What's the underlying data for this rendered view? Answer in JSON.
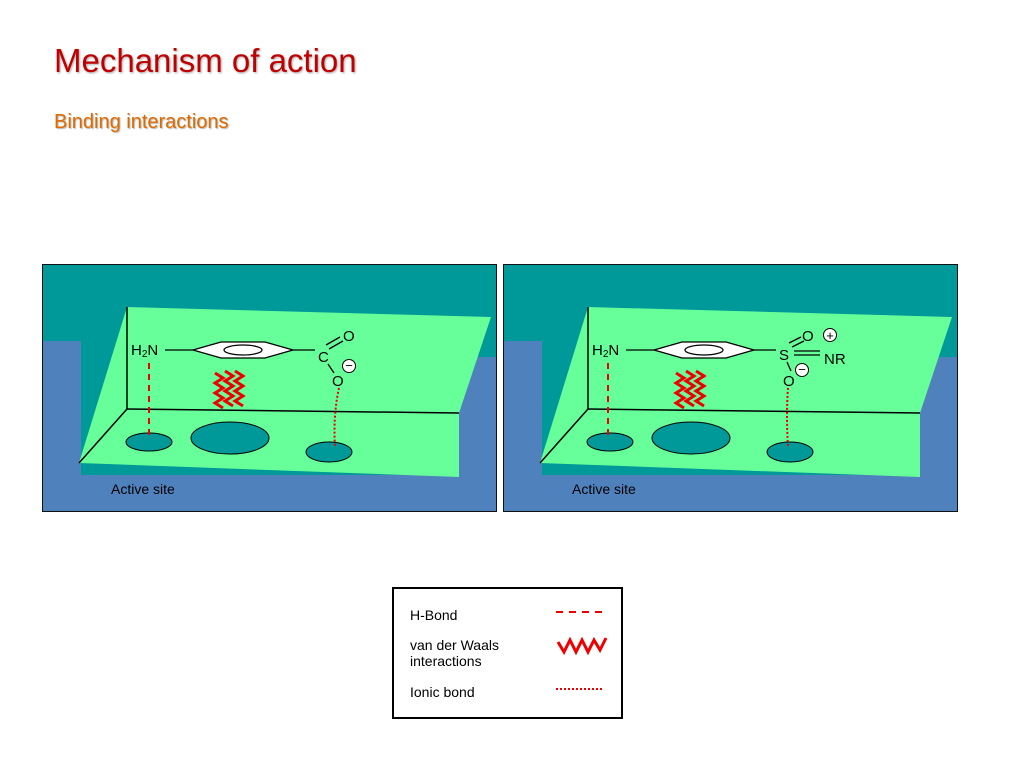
{
  "slide": {
    "title": "Mechanism of action",
    "subtitle": "Binding interactions"
  },
  "panels": [
    {
      "molecule": "carboxylate",
      "amine": {
        "main": "H",
        "sub": "2",
        "tail": "N"
      },
      "center_atom": "C",
      "top_atom": "O",
      "bottom_atom": "O",
      "bottom_charge": "−",
      "active_site_label": "Active site"
    },
    {
      "molecule": "sulfonamide",
      "amine": {
        "main": "H",
        "sub": "2",
        "tail": "N"
      },
      "center_atom": "S",
      "top_atom": "O",
      "top_charge": "+",
      "right_atom": "NR",
      "bottom_atom": "O",
      "bottom_charge": "−",
      "active_site_label": "Active site"
    }
  ],
  "legend": {
    "items": [
      {
        "label": "H-Bond",
        "style": "dashed"
      },
      {
        "label": "van der Waals interactions",
        "style": "zigzag"
      },
      {
        "label": "Ionic bond",
        "style": "dotted"
      }
    ]
  },
  "colors": {
    "title": "#c00000",
    "subtitle": "#e06a00",
    "teal_surface": "#009999",
    "blue_site": "#4f81bd",
    "green_plane": "#66ff99",
    "pocket": "#009999",
    "bond_marker": "#ee0000"
  }
}
